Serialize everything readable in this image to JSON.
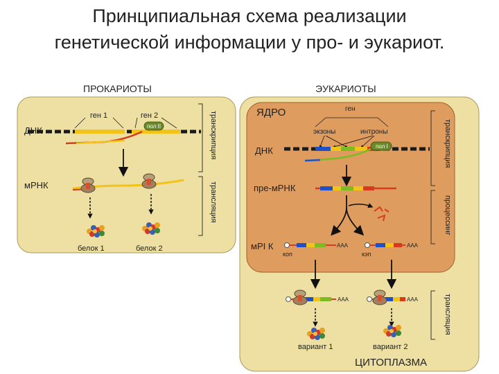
{
  "title": {
    "line1": "Принципиальная схема реализации",
    "line2": "генетической информации у про- и эукариот."
  },
  "prokaryotes": {
    "heading": "ПРОКАРИОТЫ",
    "gene1": "ген 1",
    "gene2": "ген 2",
    "dna": "ДНК",
    "polymerase": "пол II",
    "mrna": "мРНК",
    "protein1": "белок 1",
    "protein2": "белок 2",
    "transcription": "транскрипция",
    "translation": "трансляция"
  },
  "eukaryotes": {
    "heading": "ЭУКАРИОТЫ",
    "nucleus": "ЯДРО",
    "gene": "ген",
    "exons": "экзоны",
    "introns": "интроны",
    "dna": "ДНК",
    "polymerase": "пол I",
    "pre_mrna": "пре-мРНК",
    "mrna": "мРI К",
    "cap": "коп",
    "poly_a": "AAA",
    "cap2": "кэп",
    "transcription": "транскрипция",
    "processing": "процессинг",
    "translation": "трансляция",
    "variant1": "вариант 1",
    "variant2": "вариант 2",
    "cytoplasm": "ЦИТОПЛАЗМА"
  },
  "colors": {
    "pro_bg": "#ede0a2",
    "nucleus_bg": "#de9c5e",
    "dna": "#1a1a1a",
    "gene": "#f2c318",
    "rna": "#f2c318",
    "exon_blue": "#1f50c8",
    "exon_green": "#7dbb22",
    "rna_red": "#d83a20"
  },
  "icons": [
    "ribosome-icon",
    "protein-cluster-icon",
    "arrow-down-icon",
    "cap-circle-icon"
  ]
}
